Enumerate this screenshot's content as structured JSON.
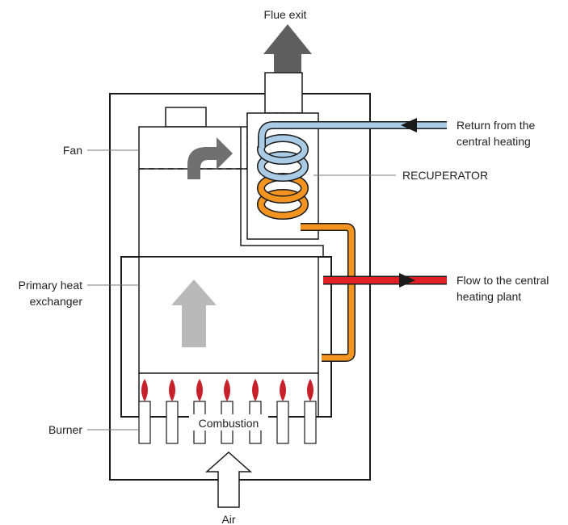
{
  "labels": {
    "flue_exit": "Flue exit",
    "fan": "Fan",
    "return_line1": "Return from the",
    "return_line2": "central heating",
    "recuperator": "RECUPERATOR",
    "primary_line1": "Primary heat",
    "primary_line2": "exchanger",
    "flow_line1": "Flow to the central",
    "flow_line2": "heating plant",
    "burner": "Burner",
    "combustion": "Combustion",
    "air": "Air"
  },
  "colors": {
    "outline": "#1a1a1a",
    "flue_arrow": "#5f5f5f",
    "fan_arrow": "#707070",
    "heat_arrow": "#b9b9b9",
    "return_pipe": "#a9cbe6",
    "coil_hot": "#f2941f",
    "flow_pipe": "#e11f26",
    "flame": "#c8202a",
    "leader": "#777777"
  },
  "burner_count": 7
}
